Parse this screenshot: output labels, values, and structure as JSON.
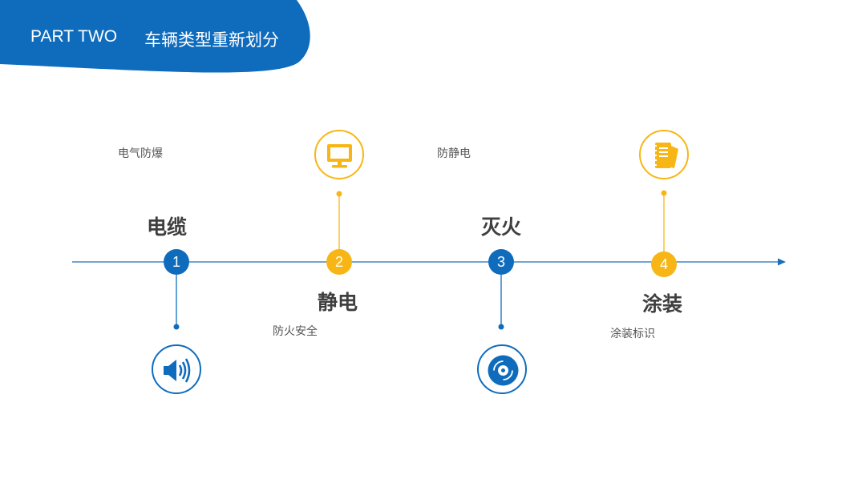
{
  "header": {
    "part_label": "PART TWO",
    "title": "车辆类型重新划分",
    "color": "#0f6cbd"
  },
  "timeline": {
    "line_color": "#1a6fb8",
    "steps": [
      {
        "number": "1",
        "title": "电缆",
        "subtitle": "电气防爆",
        "color": "#0f6cbd",
        "icon": "speaker-icon"
      },
      {
        "number": "2",
        "title": "静电",
        "subtitle": "防火安全",
        "color": "#f8b616",
        "icon": "monitor-icon"
      },
      {
        "number": "3",
        "title": "灭火",
        "subtitle": "防静电",
        "color": "#0f6cbd",
        "icon": "disc-icon"
      },
      {
        "number": "4",
        "title": "涂装",
        "subtitle": "涂装标识",
        "color": "#f8b616",
        "icon": "notebook-icon"
      }
    ]
  }
}
